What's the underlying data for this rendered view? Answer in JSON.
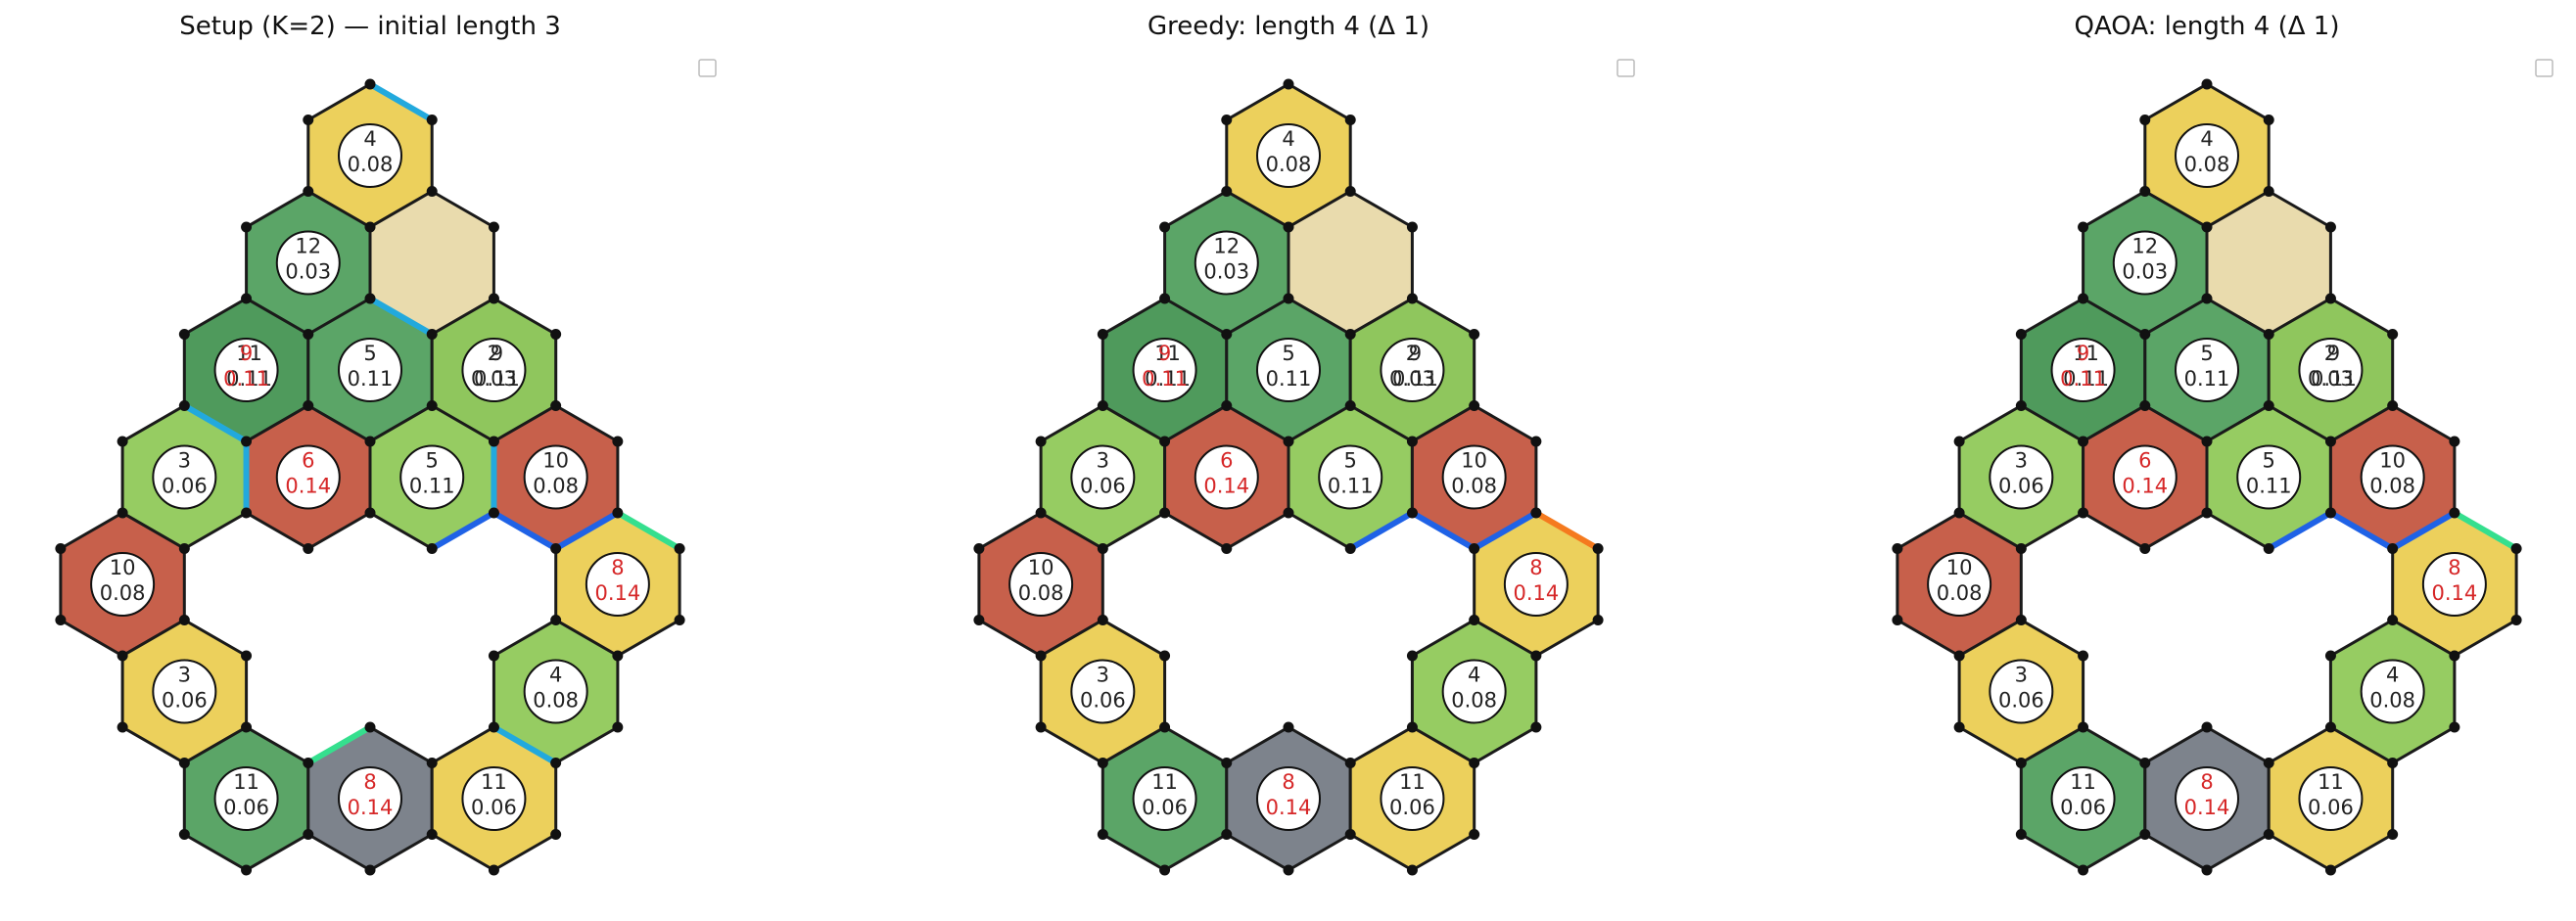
{
  "colors": {
    "yellow": "#ecd05c",
    "green_mid": "#5ba567",
    "green_dark": "#4f9a5c",
    "green_light": "#8fc65d",
    "green_lime": "#96cc62",
    "red": "#c7604b",
    "sand": "#e9dbad",
    "gray": "#7d838c",
    "hex_outline": "#1a1a1a",
    "token_text": "#222222",
    "token_text_hot": "#d62728",
    "edge_setup": "#22a9dd",
    "edge_green": "#35df8e",
    "edge_path": "#1f62e6",
    "edge_orange": "#f57a1e"
  },
  "chart_data": [
    {
      "type": "other",
      "title": "Setup (K=2) — initial length 3",
      "panel": "setup",
      "legend": "top-right (empty)",
      "tiles": [
        {
          "q": 0,
          "r": 0,
          "terrain": "yellow",
          "number": "4",
          "prob": "0.08",
          "hot": false
        },
        {
          "q": -1,
          "r": 1,
          "terrain": "green_mid",
          "number": "12",
          "prob": "0.03",
          "hot": false
        },
        {
          "q": 0,
          "r": 1,
          "terrain": "sand",
          "number": "",
          "prob": "",
          "hot": false
        },
        {
          "q": -2,
          "r": 2,
          "terrain": "green_dark",
          "number": "9",
          "prob": "0.11",
          "hot": true,
          "overlap": true
        },
        {
          "q": -1,
          "r": 2,
          "terrain": "green_mid",
          "number": "5",
          "prob": "0.11",
          "hot": false
        },
        {
          "q": 0,
          "r": 2,
          "terrain": "green_light",
          "number": "2",
          "prob": "0.03",
          "hot": false,
          "overlap": true
        },
        {
          "q": -3,
          "r": 3,
          "terrain": "green_lime",
          "number": "3",
          "prob": "0.06",
          "hot": false
        },
        {
          "q": -2,
          "r": 3,
          "terrain": "red",
          "number": "6",
          "prob": "0.14",
          "hot": true
        },
        {
          "q": -1,
          "r": 3,
          "terrain": "green_lime",
          "number": "5",
          "prob": "0.11",
          "hot": false
        },
        {
          "q": 0,
          "r": 3,
          "terrain": "red",
          "number": "10",
          "prob": "0.08",
          "hot": false
        },
        {
          "q": -4,
          "r": 4,
          "terrain": "red",
          "number": "10",
          "prob": "0.08",
          "hot": false
        },
        {
          "q": 0,
          "r": 4,
          "terrain": "yellow",
          "number": "8",
          "prob": "0.14",
          "hot": true
        },
        {
          "q": -4,
          "r": 5,
          "terrain": "yellow",
          "number": "3",
          "prob": "0.06",
          "hot": false
        },
        {
          "q": -1,
          "r": 5,
          "terrain": "green_lime",
          "number": "4",
          "prob": "0.08",
          "hot": false
        },
        {
          "q": -4,
          "r": 6,
          "terrain": "green_mid",
          "number": "11",
          "prob": "0.06",
          "hot": false
        },
        {
          "q": -3,
          "r": 6,
          "terrain": "gray",
          "number": "8",
          "prob": "0.14",
          "hot": true
        },
        {
          "q": -2,
          "r": 6,
          "terrain": "yellow",
          "number": "11",
          "prob": "0.06",
          "hot": false
        }
      ],
      "overlap_labels": [
        {
          "tile": "9",
          "second_number": "11",
          "second_prob": "0.11"
        },
        {
          "tile": "2",
          "second_number": "9",
          "second_prob": "0.11"
        }
      ],
      "edges": [
        {
          "a": [
            0,
            0,
            "N"
          ],
          "b": [
            0,
            0,
            "NE"
          ],
          "color": "edge_setup"
        },
        {
          "a": [
            0,
            1,
            "SW"
          ],
          "b": [
            0,
            1,
            "S"
          ],
          "color": "edge_setup"
        },
        {
          "a": [
            -2,
            2,
            "SW"
          ],
          "b": [
            -2,
            2,
            "S"
          ],
          "color": "edge_setup"
        },
        {
          "a": [
            -2,
            3,
            "NW"
          ],
          "b": [
            -2,
            3,
            "SW"
          ],
          "color": "edge_setup"
        },
        {
          "a": [
            -1,
            3,
            "NE"
          ],
          "b": [
            -1,
            3,
            "SE"
          ],
          "color": "edge_setup"
        },
        {
          "a": [
            -1,
            3,
            "S"
          ],
          "b": [
            -1,
            3,
            "SE"
          ],
          "color": "edge_path"
        },
        {
          "a": [
            0,
            3,
            "SW"
          ],
          "b": [
            0,
            3,
            "S"
          ],
          "color": "edge_path"
        },
        {
          "a": [
            0,
            3,
            "S"
          ],
          "b": [
            0,
            3,
            "SE"
          ],
          "color": "edge_path"
        },
        {
          "a": [
            0,
            4,
            "N"
          ],
          "b": [
            0,
            4,
            "NE"
          ],
          "color": "edge_green"
        },
        {
          "a": [
            -3,
            6,
            "N"
          ],
          "b": [
            -3,
            6,
            "NW"
          ],
          "color": "edge_green"
        },
        {
          "a": [
            -2,
            6,
            "N"
          ],
          "b": [
            -2,
            6,
            "NE"
          ],
          "color": "edge_setup"
        }
      ]
    },
    {
      "type": "other",
      "title": "Greedy: length 4 (Δ 1)",
      "panel": "greedy",
      "legend": "top-right (empty)",
      "edges": [
        {
          "a": [
            -1,
            3,
            "S"
          ],
          "b": [
            -1,
            3,
            "SE"
          ],
          "color": "edge_path"
        },
        {
          "a": [
            0,
            3,
            "SW"
          ],
          "b": [
            0,
            3,
            "S"
          ],
          "color": "edge_path"
        },
        {
          "a": [
            0,
            3,
            "S"
          ],
          "b": [
            0,
            3,
            "SE"
          ],
          "color": "edge_path"
        },
        {
          "a": [
            0,
            4,
            "N"
          ],
          "b": [
            0,
            4,
            "NE"
          ],
          "color": "edge_orange"
        }
      ]
    },
    {
      "type": "other",
      "title": "QAOA: length 4 (Δ 1)",
      "panel": "qaoa",
      "legend": "top-right (empty)",
      "edges": [
        {
          "a": [
            -1,
            3,
            "S"
          ],
          "b": [
            -1,
            3,
            "SE"
          ],
          "color": "edge_path"
        },
        {
          "a": [
            0,
            3,
            "SW"
          ],
          "b": [
            0,
            3,
            "S"
          ],
          "color": "edge_path"
        },
        {
          "a": [
            0,
            3,
            "S"
          ],
          "b": [
            0,
            3,
            "SE"
          ],
          "color": "edge_path"
        },
        {
          "a": [
            0,
            4,
            "N"
          ],
          "b": [
            0,
            4,
            "NE"
          ],
          "color": "edge_green"
        }
      ]
    }
  ]
}
